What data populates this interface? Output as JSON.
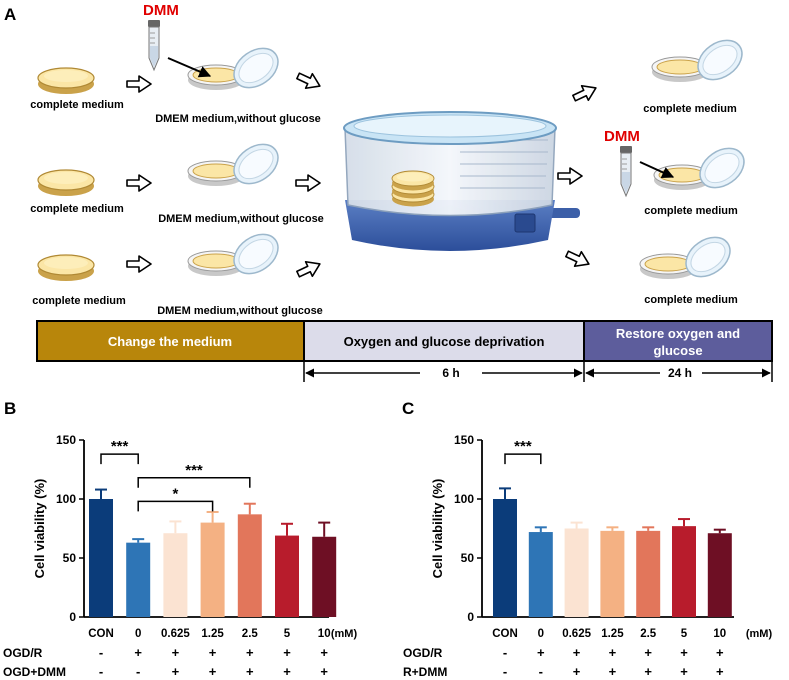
{
  "panel_a": {
    "letter": "A",
    "dmm_label": "DMM",
    "left_labels": [
      "complete medium",
      "complete medium",
      "complete medium"
    ],
    "middle_labels": [
      "DMEM medium,without glucose",
      "DMEM medium,without glucose",
      "DMEM medium,without glucose"
    ],
    "right_labels": [
      "complete medium",
      "complete medium",
      "complete medium"
    ],
    "timeline": {
      "phase1": "Change the medium",
      "phase2": "Oxygen and glucose deprivation",
      "phase3_line1": "Restore oxygen and",
      "phase3_line2": "glucose",
      "duration1": "6 h",
      "duration2": "24 h",
      "colors": {
        "phase1": "#b8860b",
        "phase2": "#dcdcea",
        "phase3": "#5d5d9c"
      }
    }
  },
  "chart_data": [
    {
      "panel": "B",
      "type": "bar",
      "ylabel": "Cell viability (%)",
      "ylim": [
        0,
        150
      ],
      "yticks": [
        0,
        50,
        100,
        150
      ],
      "categories": [
        "CON",
        "0",
        "0.625",
        "1.25",
        "2.5",
        "5",
        "10"
      ],
      "unit_label": "(mM)",
      "values": [
        100,
        63,
        71,
        80,
        87,
        69,
        68
      ],
      "errors": [
        8,
        3,
        10,
        9,
        9,
        10,
        12
      ],
      "colors": [
        "#0b3c7a",
        "#2e75b6",
        "#fbe3d2",
        "#f4b183",
        "#e2765b",
        "#b81c2c",
        "#6e0f24"
      ],
      "treatments": [
        {
          "name": "OGD/R",
          "signs": [
            "-",
            "+",
            "+",
            "+",
            "+",
            "+",
            "+"
          ]
        },
        {
          "name": "OGD+DMM",
          "signs": [
            "-",
            "-",
            "+",
            "+",
            "+",
            "+",
            "+"
          ]
        }
      ],
      "significance": [
        {
          "from": 0,
          "to": 1,
          "label": "***",
          "level": 138
        },
        {
          "from": 1,
          "to": 4,
          "label": "***",
          "level": 118
        },
        {
          "from": 1,
          "to": 3,
          "label": "*",
          "level": 98
        }
      ]
    },
    {
      "panel": "C",
      "type": "bar",
      "ylabel": "Cell viability (%)",
      "ylim": [
        0,
        150
      ],
      "yticks": [
        0,
        50,
        100,
        150
      ],
      "categories": [
        "CON",
        "0",
        "0.625",
        "1.25",
        "2.5",
        "5",
        "10"
      ],
      "unit_label": "(mM)",
      "values": [
        100,
        72,
        75,
        73,
        73,
        77,
        71
      ],
      "errors": [
        9,
        4,
        5,
        3,
        3,
        6,
        3
      ],
      "colors": [
        "#0b3c7a",
        "#2e75b6",
        "#fbe3d2",
        "#f4b183",
        "#e2765b",
        "#b81c2c",
        "#6e0f24"
      ],
      "treatments": [
        {
          "name": "OGD/R",
          "signs": [
            "-",
            "+",
            "+",
            "+",
            "+",
            "+",
            "+"
          ]
        },
        {
          "name": "R+DMM",
          "signs": [
            "-",
            "-",
            "+",
            "+",
            "+",
            "+",
            "+"
          ]
        }
      ],
      "significance": [
        {
          "from": 0,
          "to": 1,
          "label": "***",
          "level": 138
        }
      ]
    }
  ]
}
